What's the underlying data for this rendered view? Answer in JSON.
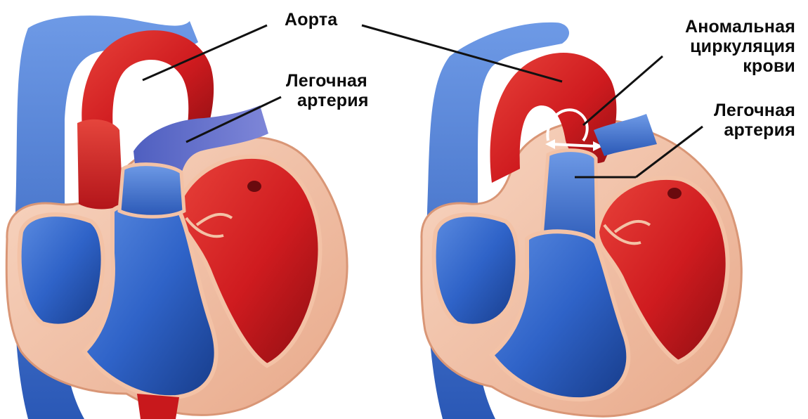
{
  "labels": {
    "aorta": "Аорта",
    "pulmonary_left": [
      "Легочная",
      "артерия"
    ],
    "abnormal_circulation": [
      "Аномальная",
      "циркуляция",
      "крови"
    ],
    "pulmonary_right": [
      "Легочная",
      "артерия"
    ]
  },
  "colors": {
    "oxygenated": "#d41f22",
    "oxygenated_dark": "#8e0e12",
    "deoxygenated": "#2f63c8",
    "deoxygenated_dark": "#173c8a",
    "heart_wall": "#f3c2a6",
    "wall_edge": "#d99676",
    "leader_line": "#111111"
  }
}
